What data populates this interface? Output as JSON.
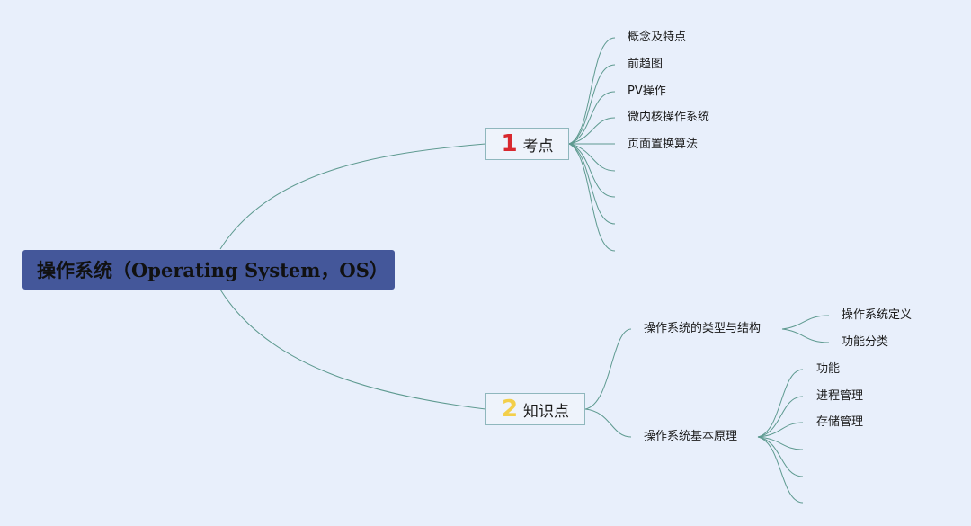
{
  "root": {
    "label": "操作系统（Operating System，OS）"
  },
  "branch1": {
    "number": "1",
    "label": "考点",
    "items": [
      "概念及特点",
      "前趋图",
      "PV操作",
      "微内核操作系统",
      "页面置换算法"
    ]
  },
  "branch2": {
    "number": "2",
    "label": "知识点",
    "sub1": {
      "label": "操作系统的类型与结构",
      "items": [
        "操作系统定义",
        "功能分类"
      ]
    },
    "sub2": {
      "label": "操作系统基本原理",
      "items": [
        "功能",
        "进程管理",
        "存储管理"
      ]
    }
  },
  "colors": {
    "background": "#e8effb",
    "root_fill": "#44579a",
    "connector": "#5e9a90",
    "branch_border": "#8fb7bd",
    "number1": "#d8282e",
    "number2": "#f3cf4a"
  }
}
